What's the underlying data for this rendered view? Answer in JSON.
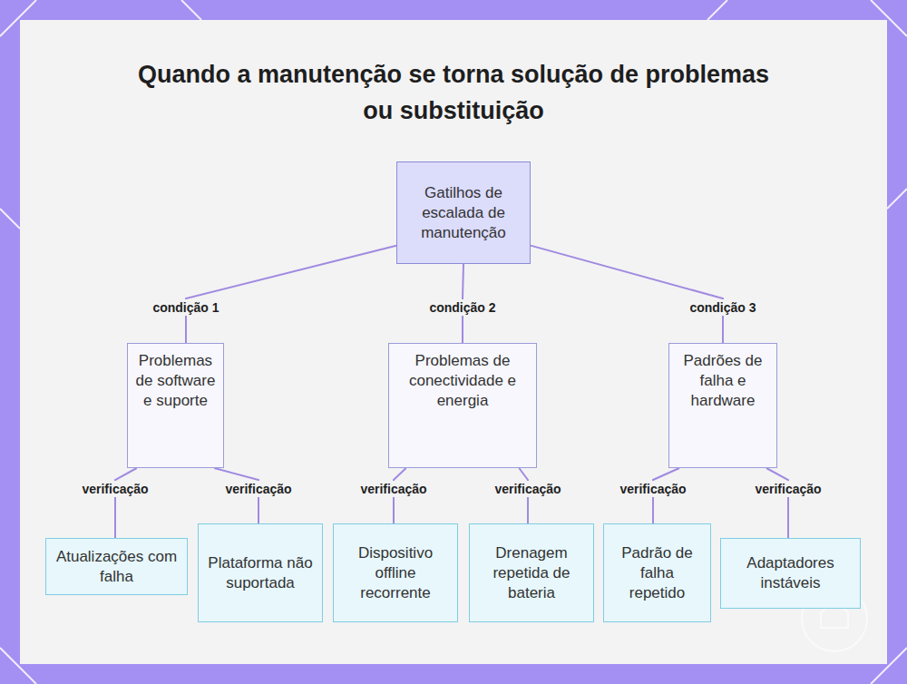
{
  "diagram": {
    "title": "Quando a manutenção se torna solução de problemas ou substituição",
    "nodes": [
      {
        "text": [
          "Gatilhos de escalada de manutenção"
        ]
      },
      {
        "text": [
          "Problemas de software e suporte"
        ]
      },
      {
        "text": [
          "Problemas de conectividade e energia"
        ]
      },
      {
        "text": [
          "Padrões de falha e hardware"
        ]
      },
      {
        "text": [
          "Atualizações com falha"
        ]
      },
      {
        "text": [
          "Plataforma não suportada"
        ]
      },
      {
        "text": [
          "Dispositivo offline recorrente"
        ]
      },
      {
        "text": [
          "Drenagem repetida de bateria"
        ]
      },
      {
        "text": [
          "Padrão de falha repetido"
        ]
      },
      {
        "text": [
          "Adaptadores instáveis"
        ]
      }
    ],
    "edges": [
      {
        "from": 0,
        "to": 1,
        "label": "condição 1",
        "arrow": "none"
      },
      {
        "from": 0,
        "to": 2,
        "label": "condição 2",
        "arrow": "none"
      },
      {
        "from": 0,
        "to": 3,
        "label": "condição 3",
        "arrow": "none"
      },
      {
        "from": 1,
        "to": 4,
        "label": "verificação",
        "arrow": "none"
      },
      {
        "from": 1,
        "to": 5,
        "label": "verificação",
        "arrow": "none"
      },
      {
        "from": 2,
        "to": 6,
        "label": "verificação",
        "arrow": "none"
      },
      {
        "from": 2,
        "to": 7,
        "label": "verificação",
        "arrow": "none"
      },
      {
        "from": 3,
        "to": 8,
        "label": "verificação",
        "arrow": "none"
      },
      {
        "from": 3,
        "to": 9,
        "label": "verificação",
        "arrow": "none"
      }
    ]
  }
}
